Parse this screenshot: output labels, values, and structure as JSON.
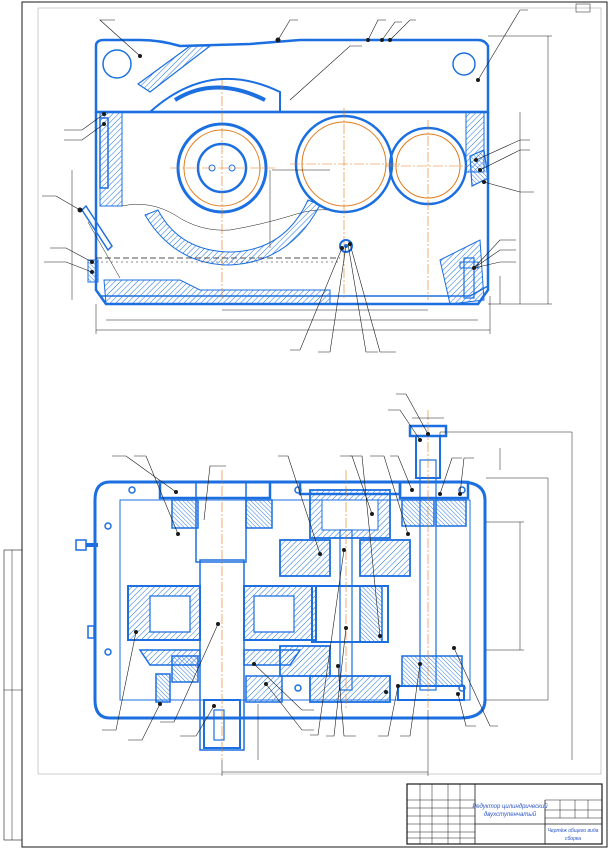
{
  "title_block": {
    "title_line1": "Редуктор цилиндрический",
    "title_line2": "двухступенчатый",
    "note_line1": "Чертёж общего вида",
    "note_line2": "сборка"
  },
  "colors": {
    "body_outline": "#1b6fe0",
    "gear_circles": "#e07a1b",
    "line_work": "#1a1a1a",
    "hatch": "#1b6fe0",
    "paper": "#ffffff"
  }
}
